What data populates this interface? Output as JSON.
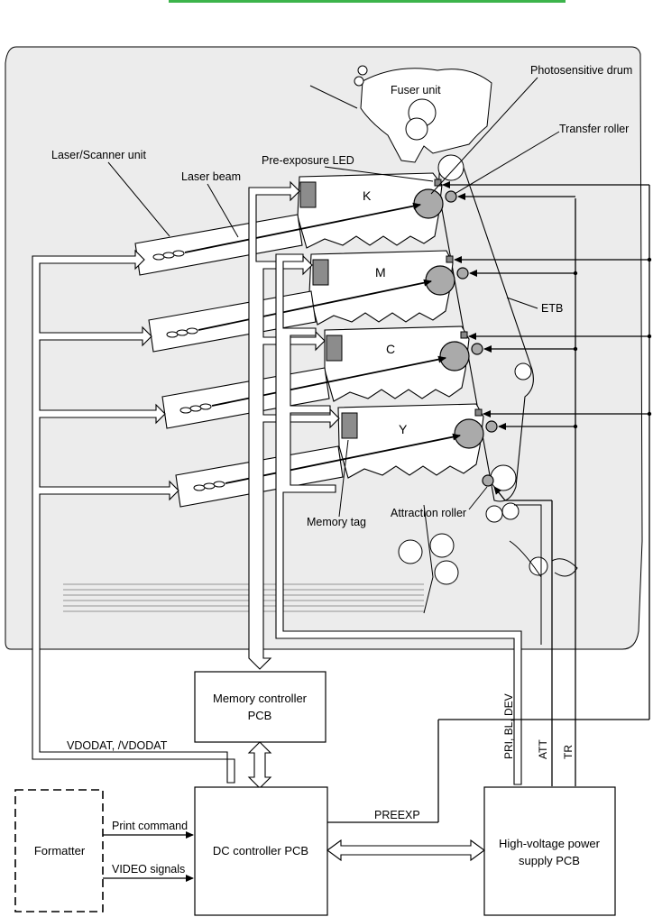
{
  "header_bar_color": "#3cb44b",
  "labels": {
    "fuser_unit": "Fuser unit",
    "photosensitive_drum": "Photosensitive drum",
    "transfer_roller": "Transfer roller",
    "laser_scanner_unit": "Laser/Scanner unit",
    "laser_beam": "Laser beam",
    "pre_exposure_led": "Pre-exposure LED",
    "etb": "ETB",
    "memory_tag": "Memory tag",
    "attraction_roller": "Attraction roller",
    "vdodat": "VDODAT, /VDODAT",
    "pri_bl_dev": "PRI, BL, DEV",
    "att": "ATT",
    "tr": "TR",
    "preexp": "PREEXP",
    "print_command": "Print command",
    "video_signals": "VIDEO signals"
  },
  "cartridges": [
    "K",
    "M",
    "C",
    "Y"
  ],
  "boxes": {
    "memory_controller_line1": "Memory controller",
    "memory_controller_line2": "PCB",
    "formatter": "Formatter",
    "dc_controller": "DC controller PCB",
    "hv_line1": "High-voltage power",
    "hv_line2": "supply PCB"
  }
}
